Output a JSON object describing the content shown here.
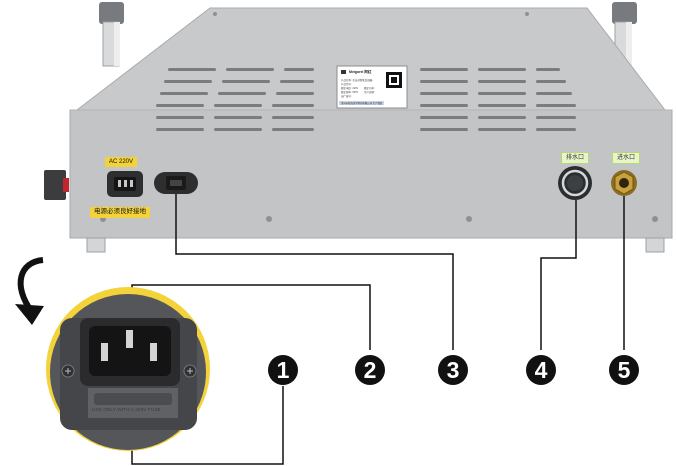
{
  "labels": {
    "ac_voltage": "AC 220V",
    "power_warning": "电源必须良好接地",
    "drain_label": "排水口",
    "inlet_label": "进水口"
  },
  "nameplate": {
    "brand": "Mvigorel 阿红",
    "lines": [
      "产品名称: 全自动智能加湿器",
      "产品型号:",
      "额定电压: 220V",
      "额定频率: 50Hz",
      "出厂编号:"
    ],
    "right_lines": [
      "额定功率:",
      "生产日期:"
    ],
    "footer": "常州市阳光化学药剂有限公司 生产制造"
  },
  "fuse_text": "USE ONLY WITH A 250V FUSE",
  "callouts": [
    "1",
    "2",
    "3",
    "4",
    "5"
  ],
  "colors": {
    "body": "#c9cacc",
    "yellow": "#f3d23a",
    "panel": "#5a5b5e",
    "brass": "#c9a13c"
  }
}
